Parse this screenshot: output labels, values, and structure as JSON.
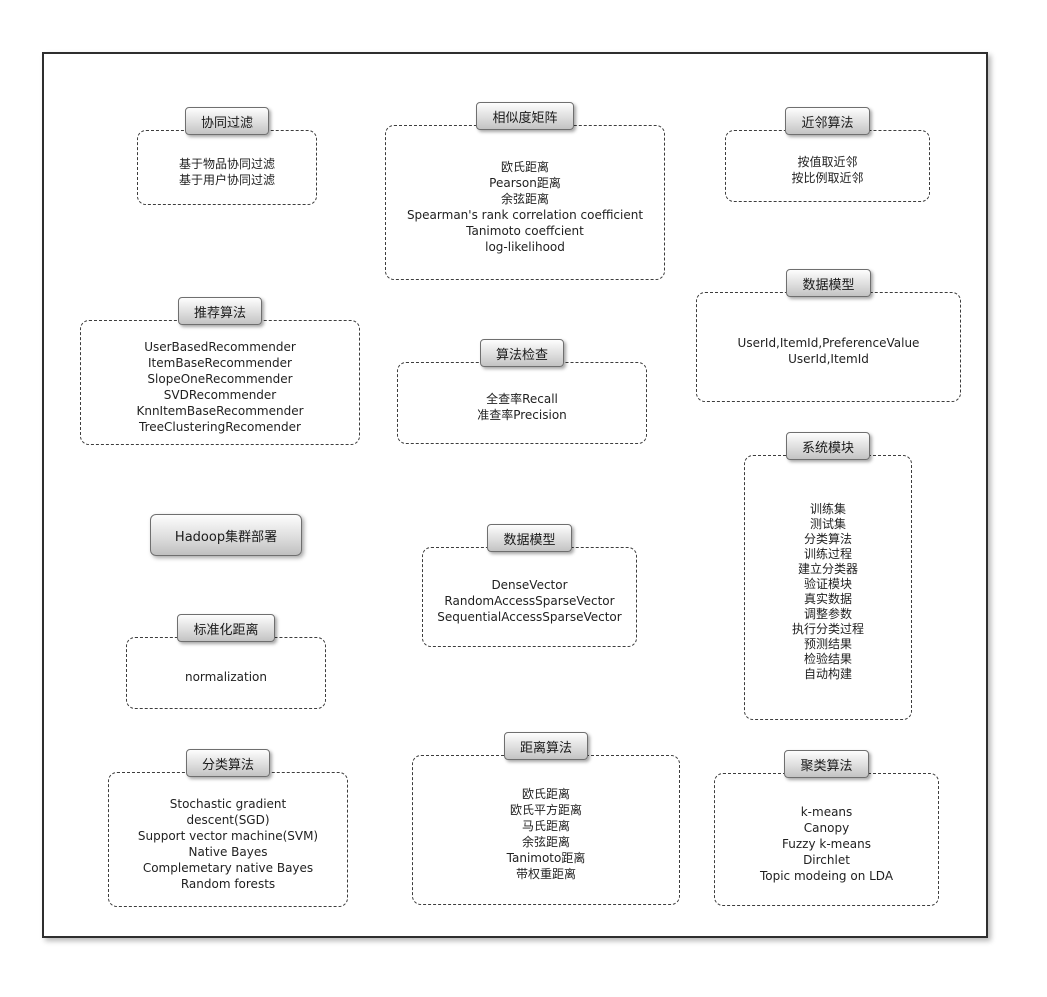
{
  "diagram": {
    "groups": [
      {
        "title": "协同过滤",
        "items": [
          "基于物品协同过滤",
          "基于用户协同过滤"
        ]
      },
      {
        "title": "相似度矩阵",
        "items": [
          "欧氏距离",
          "Pearson距离",
          "余弦距离",
          "Spearman's rank correlation coefficient",
          "Tanimoto coeffcient",
          "log-likelihood"
        ]
      },
      {
        "title": "近邻算法",
        "items": [
          "按值取近邻",
          "按比例取近邻"
        ]
      },
      {
        "title": "数据模型",
        "items": [
          "UserId,ItemId,PreferenceValue",
          "UserId,ItemId"
        ]
      },
      {
        "title": "推荐算法",
        "items": [
          "UserBasedRecommender",
          "ItemBaseRecommender",
          "SlopeOneRecommender",
          "SVDRecommender",
          "KnnItemBaseRecommender",
          "TreeClusteringRecomender"
        ]
      },
      {
        "title": "算法检查",
        "items": [
          "全查率Recall",
          "准查率Precision"
        ]
      },
      {
        "title": "系统模块",
        "items": [
          "训练集",
          "测试集",
          "分类算法",
          "训练过程",
          "建立分类器",
          "验证模块",
          "真实数据",
          "调整参数",
          "执行分类过程",
          "预测结果",
          "检验结果",
          "自动构建"
        ]
      },
      {
        "title": "标准化距离",
        "items": [
          "normalization"
        ]
      },
      {
        "title": "数据模型",
        "items": [
          "DenseVector",
          "RandomAccessSparseVector",
          "SequentialAccessSparseVector"
        ]
      },
      {
        "title": "分类算法",
        "items": [
          "Stochastic gradient descent(SGD)",
          "Support vector machine(SVM)",
          "Native Bayes",
          "Complemetary native Bayes",
          "Random forests"
        ]
      },
      {
        "title": "距离算法",
        "items": [
          "欧氏距离",
          "欧氏平方距离",
          "马氏距离",
          "余弦距离",
          "Tanimoto距离",
          "带权重距离"
        ]
      },
      {
        "title": "聚类算法",
        "items": [
          "k-means",
          "Canopy",
          "Fuzzy k-means",
          "Dirchlet",
          "Topic modeing on LDA"
        ]
      }
    ],
    "hadoop_node": {
      "label": "Hadoop集群部署"
    }
  }
}
